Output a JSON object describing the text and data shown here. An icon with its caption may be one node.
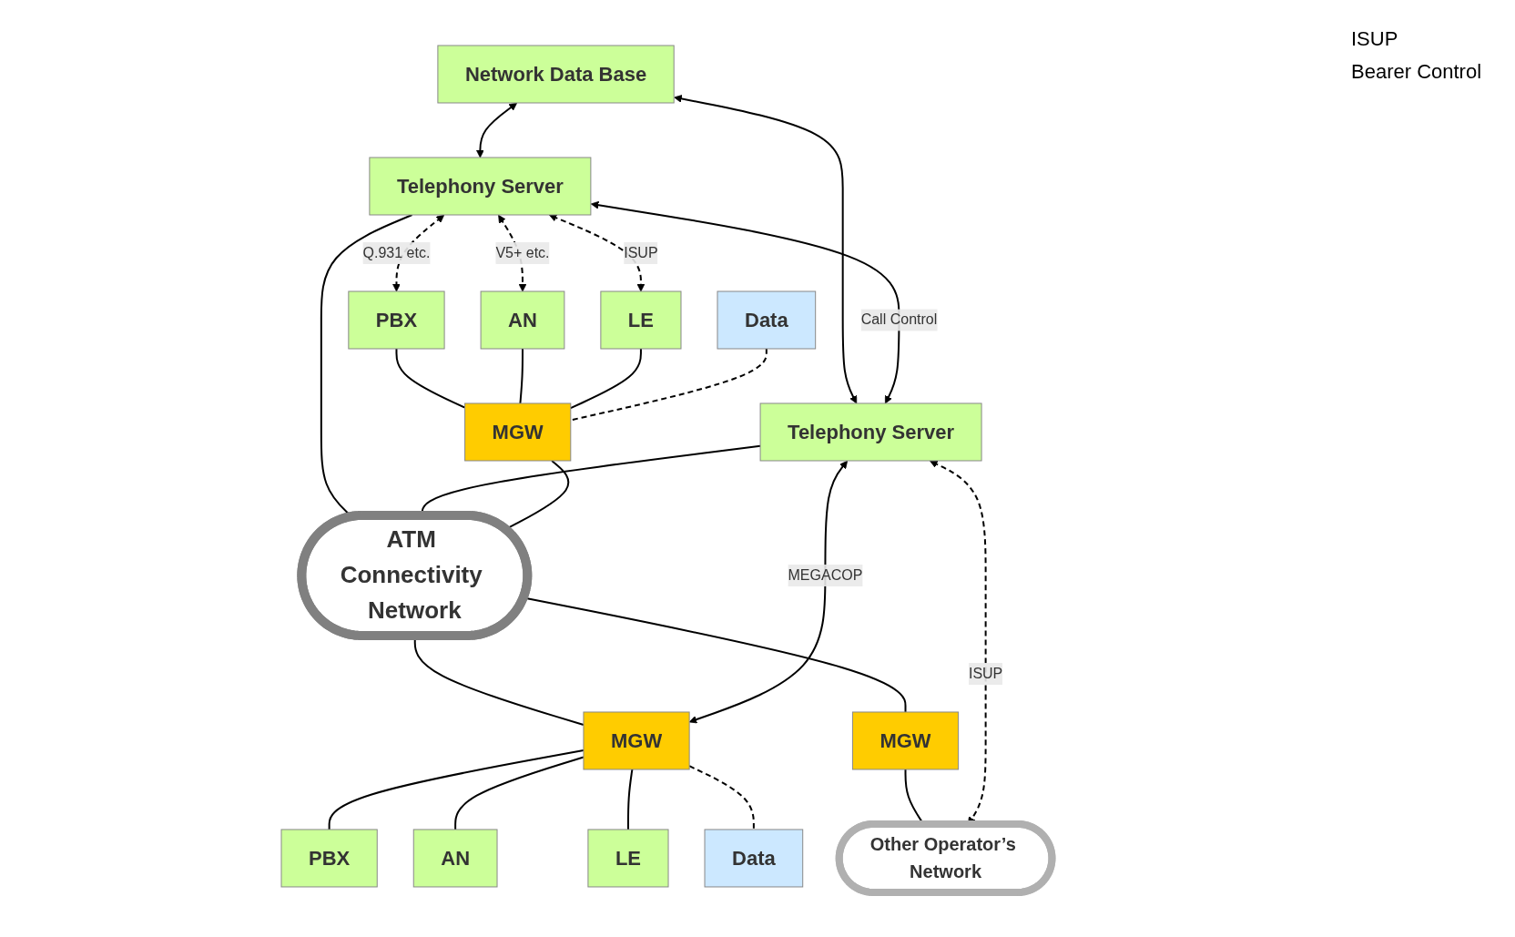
{
  "diagram": {
    "nodes": [
      {
        "text": [
          "Network Data Base"
        ]
      },
      {
        "text": [
          "Telephony Server"
        ]
      },
      {
        "text": [
          "Telephony Server"
        ]
      },
      {
        "text": [
          "PBX"
        ]
      },
      {
        "text": [
          "AN"
        ]
      },
      {
        "text": [
          "LE"
        ]
      },
      {
        "text": [
          "Data"
        ]
      },
      {
        "text": [
          "MGW"
        ]
      },
      {
        "text": [
          "ATM Connectivity Network"
        ]
      },
      {
        "text": [
          "MGW"
        ]
      },
      {
        "text": [
          "PBX"
        ]
      },
      {
        "text": [
          "AN"
        ]
      },
      {
        "text": [
          "LE"
        ]
      },
      {
        "text": [
          "Data"
        ]
      },
      {
        "text": [
          "MGW"
        ]
      },
      {
        "text": [
          "Other Operator’s Network"
        ]
      }
    ],
    "edges": [
      {
        "from": 0,
        "to": 1,
        "arrow": "both"
      },
      {
        "from": 0,
        "to": 2,
        "arrow": "both"
      },
      {
        "from": 1,
        "to": 2,
        "arrow": "both",
        "label": "Call Control"
      },
      {
        "from": 1,
        "to": 3,
        "arrow": "both",
        "label": "Q.931 etc.",
        "style": "dashed"
      },
      {
        "from": 1,
        "to": 4,
        "arrow": "both",
        "label": "V5+ etc.",
        "style": "dashed"
      },
      {
        "from": 1,
        "to": 5,
        "arrow": "both",
        "label": "ISUP",
        "style": "dashed"
      },
      {
        "from": 1,
        "to": 8,
        "arrow": "none"
      },
      {
        "from": 2,
        "to": 8,
        "arrow": "none"
      },
      {
        "from": 3,
        "to": 7,
        "arrow": "none"
      },
      {
        "from": 4,
        "to": 7,
        "arrow": "none"
      },
      {
        "from": 5,
        "to": 7,
        "arrow": "none"
      },
      {
        "from": 6,
        "to": 7,
        "arrow": "none",
        "style": "dashed"
      },
      {
        "from": 7,
        "to": 8,
        "arrow": "none"
      },
      {
        "from": 8,
        "to": 9,
        "arrow": "none"
      },
      {
        "from": 2,
        "to": 9,
        "arrow": "both",
        "label": "MEGACOP"
      },
      {
        "from": 9,
        "to": 10,
        "arrow": "none"
      },
      {
        "from": 9,
        "to": 11,
        "arrow": "none"
      },
      {
        "from": 9,
        "to": 12,
        "arrow": "none"
      },
      {
        "from": 9,
        "to": 13,
        "arrow": "none",
        "style": "dashed"
      },
      {
        "from": 8,
        "to": 14,
        "arrow": "none"
      },
      {
        "from": 14,
        "to": 15,
        "arrow": "none"
      },
      {
        "from": 2,
        "to": 15,
        "arrow": "both",
        "label": "ISUP",
        "style": "dashed"
      }
    ],
    "labels": [
      "ISUP",
      "Bearer Control"
    ]
  }
}
